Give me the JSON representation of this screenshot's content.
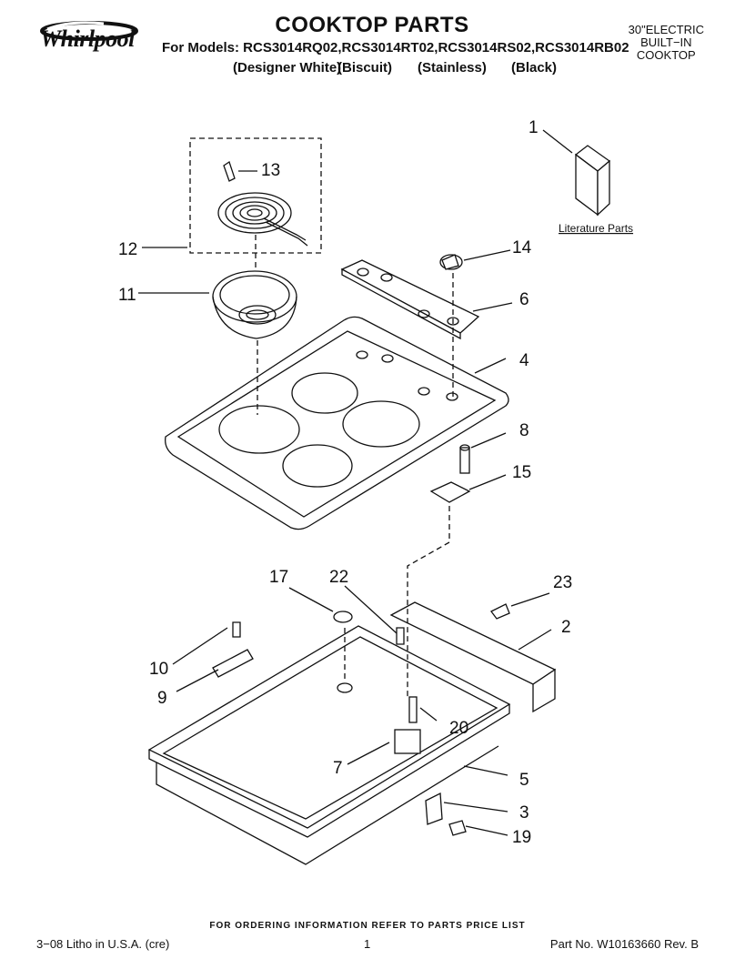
{
  "header": {
    "brand": "Whirlpool",
    "title": "COOKTOP PARTS",
    "models": "For Models: RCS3014RQ02,RCS3014RT02,RCS3014RS02,RCS3014RB02",
    "colors": [
      "(Designer White)",
      "(Biscuit)",
      "(Stainless)",
      "(Black)"
    ],
    "product_type": [
      "30\"ELECTRIC",
      "BUILT−IN",
      "COOKTOP"
    ]
  },
  "diagram": {
    "literature_label": "Literature Parts",
    "callouts": [
      "1",
      "2",
      "3",
      "4",
      "5",
      "6",
      "7",
      "8",
      "9",
      "10",
      "11",
      "12",
      "13",
      "14",
      "15",
      "17",
      "19",
      "20",
      "22",
      "23"
    ]
  },
  "footer": {
    "ordering_note": "FOR ORDERING INFORMATION REFER TO PARTS PRICE LIST",
    "litho": "3−08 Litho in U.S.A. (cre)",
    "page_number": "1",
    "part_number": "Part No. W10163660 Rev. B"
  }
}
